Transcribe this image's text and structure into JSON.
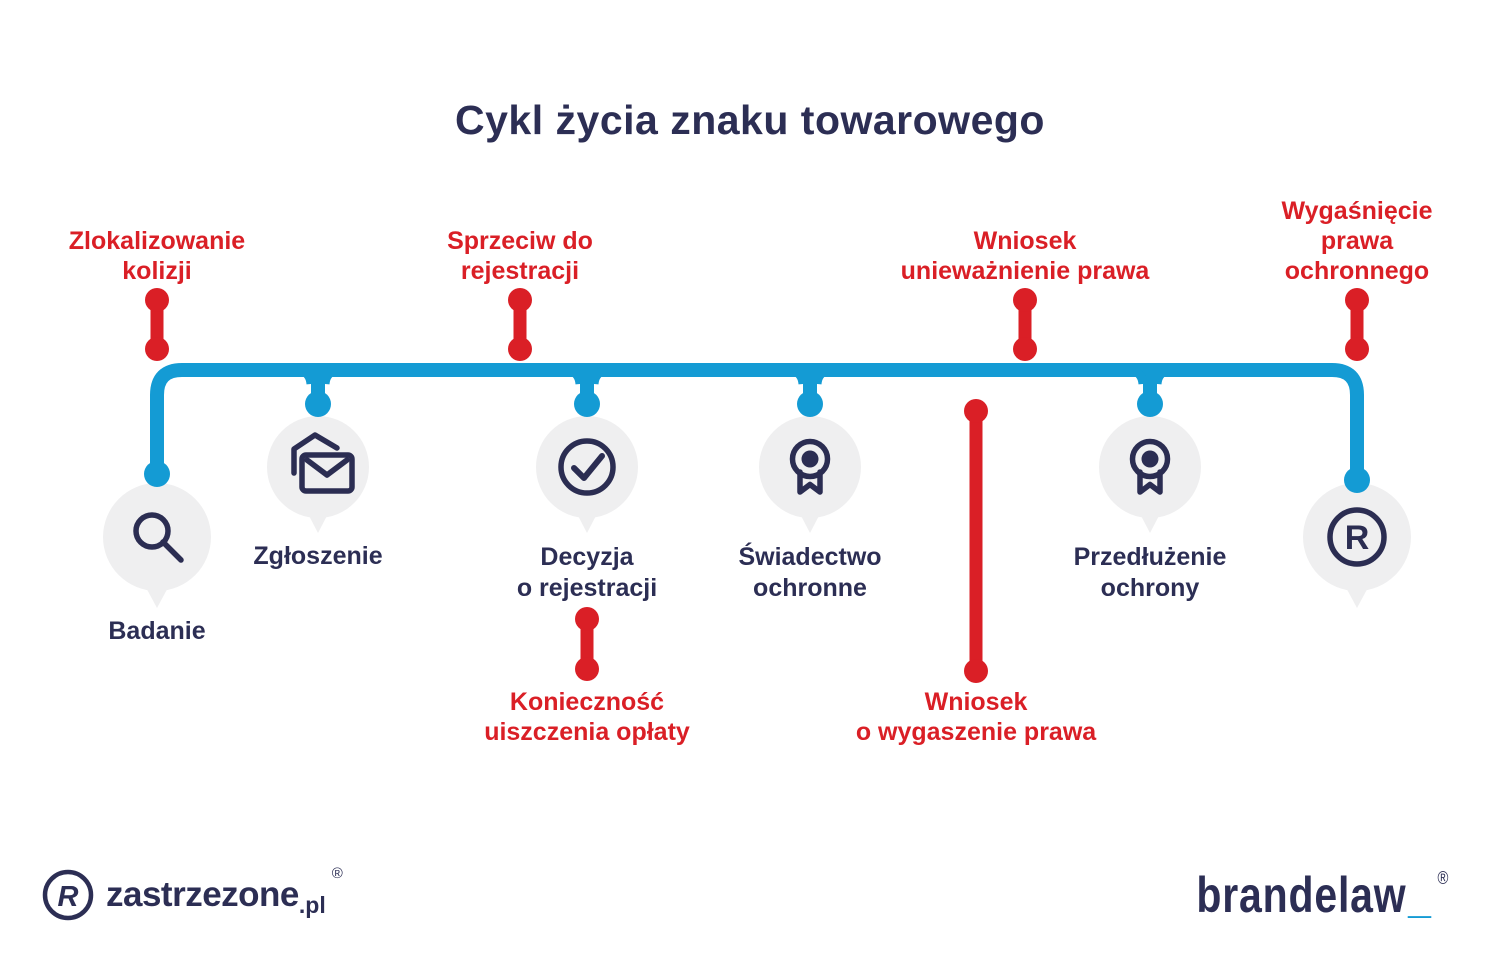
{
  "title": "Cykl życia znaku towarowego",
  "colors": {
    "timeline_blue": "#149BD4",
    "alert_red": "#DA1F26",
    "text_navy": "#2C2E54",
    "bubble_gray": "#EFEFF0",
    "background": "#FFFFFF"
  },
  "stages": [
    {
      "label": "Badanie",
      "icon": "search-icon"
    },
    {
      "label": "Zgłoszenie",
      "icon": "envelope-icon"
    },
    {
      "label": "Decyzja\no rejestracji",
      "icon": "check-circle-icon"
    },
    {
      "label": "Świadectwo\nochronne",
      "icon": "award-icon"
    },
    {
      "label": "Przedłużenie\nochrony",
      "icon": "award-icon"
    },
    {
      "label": "",
      "icon": "registered-trademark-icon",
      "icon_letter": "R"
    }
  ],
  "events": {
    "top": [
      {
        "label": "Zlokalizowanie\nkolizji"
      },
      {
        "label": "Sprzeciw do\nrejestracji"
      },
      {
        "label": "Wniosek\nunieważnienie prawa"
      },
      {
        "label": "Wygaśnięcie\nprawa\nochronnego"
      }
    ],
    "bottom": [
      {
        "label": "Konieczność\nuiszczenia opłaty"
      },
      {
        "label": "Wniosek\no wygaszenie prawa"
      }
    ]
  },
  "footer": {
    "left_logo": {
      "monogram": "R",
      "text": "zastrzezone",
      "tld": ".pl",
      "registered": "®"
    },
    "right_logo": {
      "text": "brandelaw",
      "underscore": "_",
      "registered": "®"
    }
  }
}
